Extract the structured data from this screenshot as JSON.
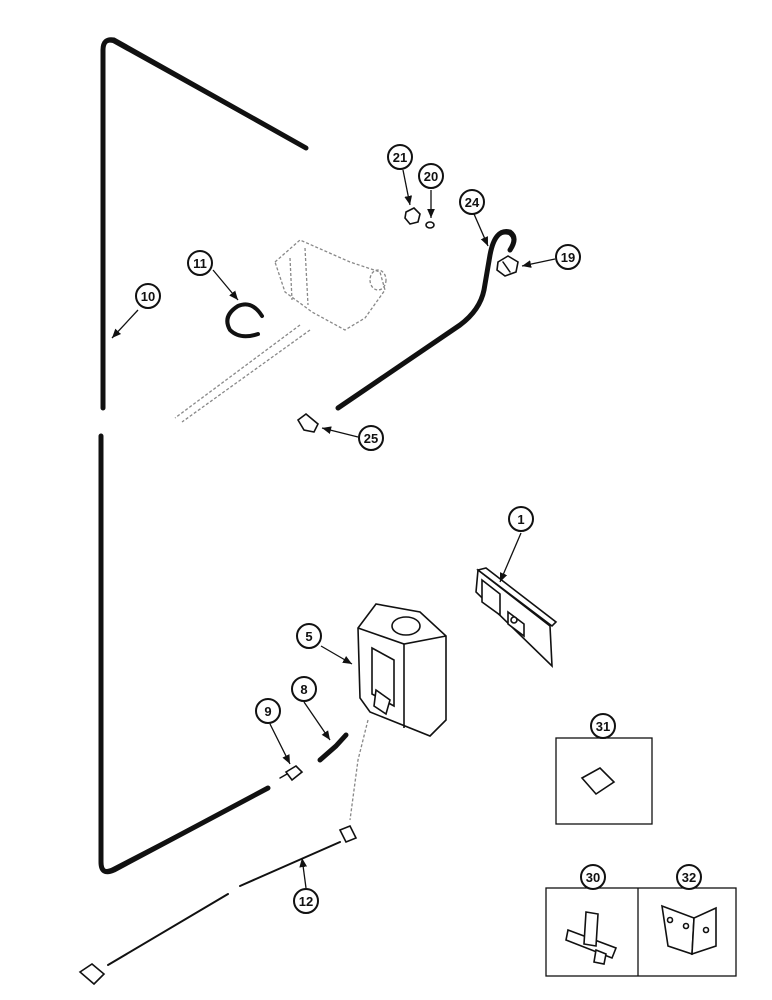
{
  "callouts": {
    "c1": "1",
    "c5": "5",
    "c8": "8",
    "c9": "9",
    "c10": "10",
    "c11": "11",
    "c12": "12",
    "c19": "19",
    "c20": "20",
    "c21": "21",
    "c24": "24",
    "c25": "25",
    "c30": "30",
    "c31": "31",
    "c32": "32"
  }
}
